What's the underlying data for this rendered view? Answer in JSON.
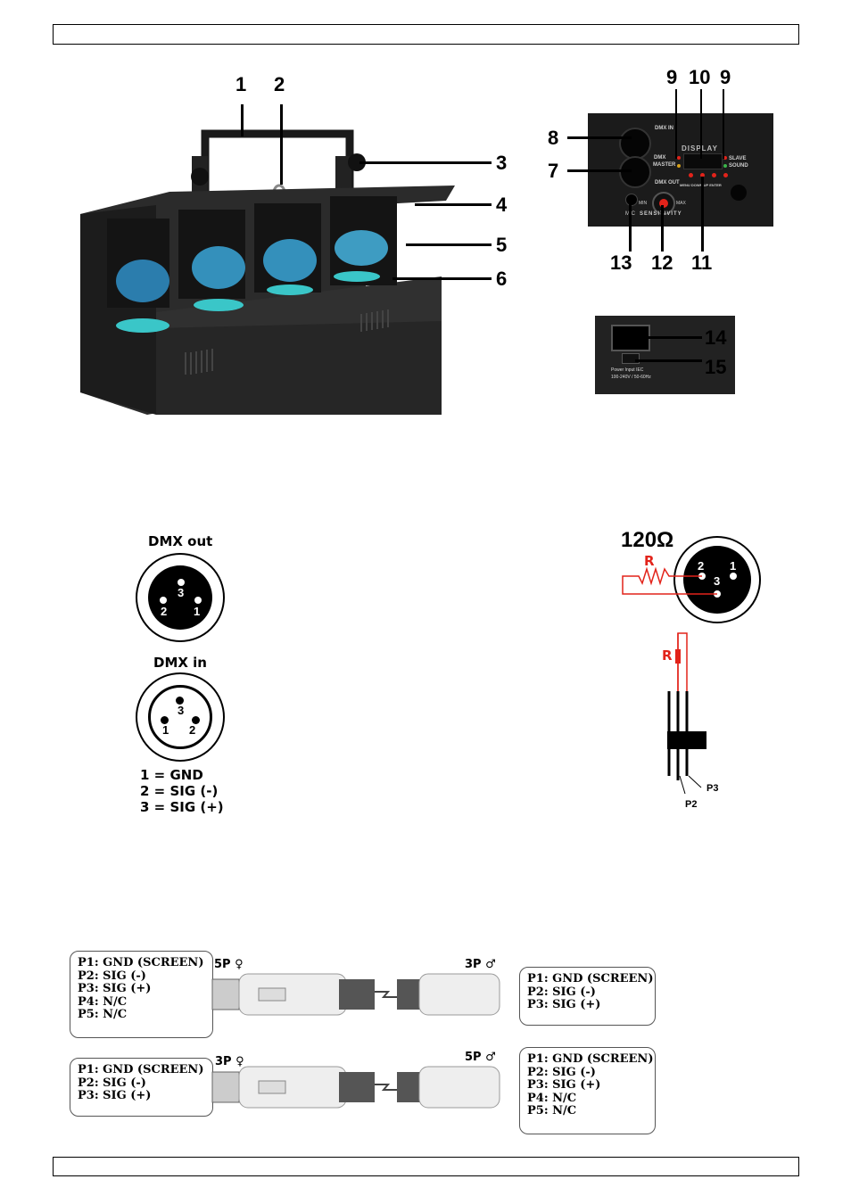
{
  "header_box": "",
  "footer_box": "",
  "device_callouts": {
    "c1": "1",
    "c2": "2",
    "c3": "3",
    "c4": "4",
    "c5": "5",
    "c6": "6",
    "c7": "7",
    "c8": "8",
    "c9a": "9",
    "c10": "10",
    "c9b": "9",
    "c11": "11",
    "c12": "12",
    "c13": "13",
    "c14": "14",
    "c15": "15"
  },
  "panel": {
    "dmx_in": "DMX IN",
    "dmx_out": "DMX OUT",
    "display": "DISPLAY",
    "dmx": "DMX",
    "master": "MASTER",
    "slave": "SLAVE",
    "sound": "SOUND",
    "buttons": "MENU DOWN UP ENTER",
    "min": "MIN",
    "max": "MAX",
    "sensitivity": "SENSITIVITY",
    "mic": "MIC"
  },
  "power": {
    "line1": "Power Input IEC",
    "line2": "100-240V / 50-60Hz"
  },
  "dmx_out": {
    "title": "DMX out",
    "p1": "1",
    "p2": "2",
    "p3": "3"
  },
  "dmx_in": {
    "title": "DMX in",
    "p1": "1",
    "p2": "2",
    "p3": "3"
  },
  "pin_legend": [
    "1 = GND",
    "2 = SIG (-)",
    "3 = SIG (+)"
  ],
  "terminator": {
    "ohm": "120Ω",
    "r_top": "R",
    "r_plug": "R",
    "p1": "1",
    "p2": "2",
    "p3": "3",
    "lead_p2": "P2",
    "lead_p3": "P3"
  },
  "cable1": {
    "left_label": "5P ♀",
    "right_label": "3P ♂",
    "left_pins": [
      "P1: GND (SCREEN)",
      "P2: SIG (-)",
      "P3: SIG (+)",
      "P4: N/C",
      "P5: N/C"
    ],
    "right_pins": [
      "P1: GND (SCREEN)",
      "P2: SIG (-)",
      "P3: SIG (+)"
    ]
  },
  "cable2": {
    "left_label": "3P ♀",
    "right_label": "5P ♂",
    "left_pins": [
      "P1: GND (SCREEN)",
      "P2: SIG (-)",
      "P3: SIG (+)"
    ],
    "right_pins": [
      "P1: GND (SCREEN)",
      "P2: SIG (-)",
      "P3: SIG (+)",
      "P4: N/C",
      "P5: N/C"
    ]
  },
  "colors": {
    "red": "#e2231a",
    "device": "#2a2a2a",
    "lens": "#3aa6d8"
  }
}
